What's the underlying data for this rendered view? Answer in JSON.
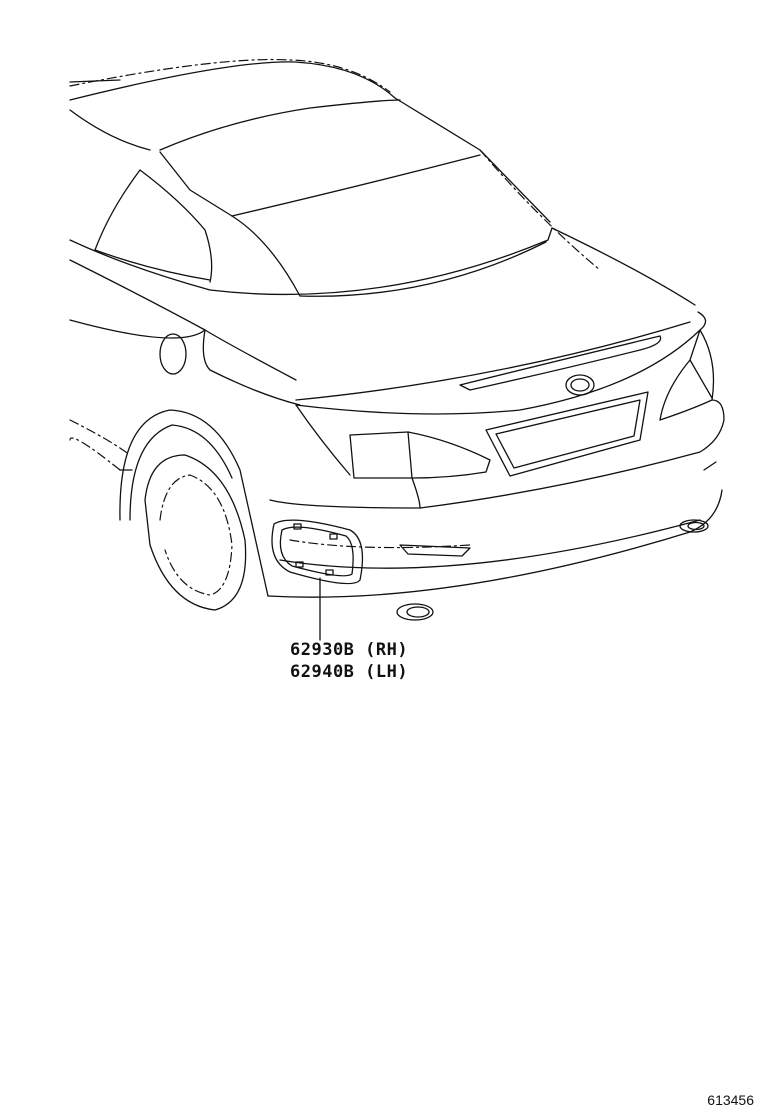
{
  "diagram": {
    "callouts": [
      {
        "part_number": "62930B (RH)"
      },
      {
        "part_number": "62940B (LH)"
      }
    ],
    "figure_id": "613456"
  }
}
